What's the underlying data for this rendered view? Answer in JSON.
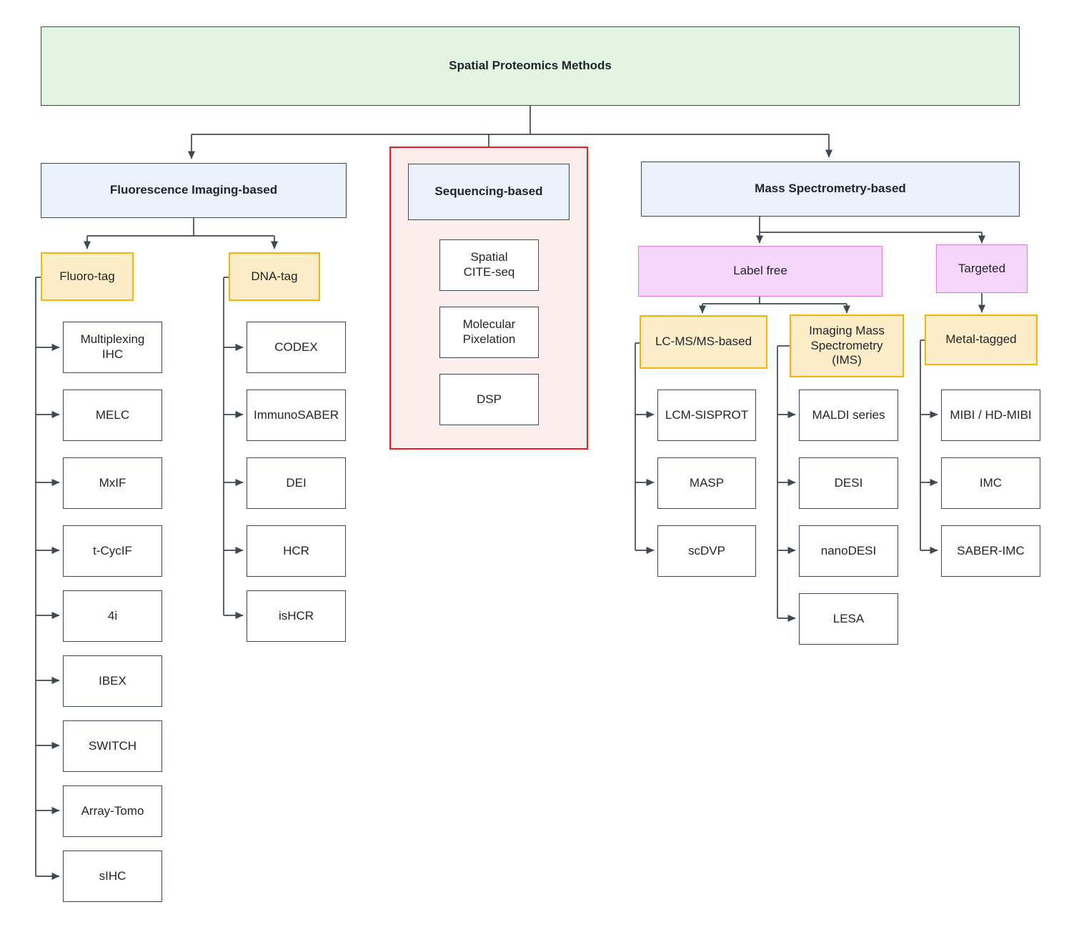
{
  "diagram": {
    "title": "Spatial Proteomics Methods",
    "type": "hierarchy-tree",
    "colors": {
      "root_fill": "#e2f5e2",
      "category_fill": "#eaf1fb",
      "tag_fill": "#fdecc8",
      "tag_border": "#f2b705",
      "purple_fill": "#f6d7fb",
      "purple_border": "#d77ae8",
      "leaf_fill": "#ffffff",
      "stroke": "#3c4852",
      "highlight_border": "#ef1b1b",
      "highlight_fill": "#fdeeee"
    }
  },
  "root": {
    "label": "Spatial Proteomics Methods"
  },
  "branches": {
    "fluorescence": {
      "label": "Fluorescence Imaging-based",
      "subgroups": [
        {
          "label": "Fluoro-tag",
          "items": [
            {
              "label": "Multiplexing\nIHC"
            },
            {
              "label": "MELC"
            },
            {
              "label": "MxIF"
            },
            {
              "label": "t-CycIF"
            },
            {
              "label": "4i"
            },
            {
              "label": "IBEX"
            },
            {
              "label": "SWITCH"
            },
            {
              "label": "Array-Tomo"
            },
            {
              "label": "sIHC"
            }
          ]
        },
        {
          "label": "DNA-tag",
          "items": [
            {
              "label": "CODEX"
            },
            {
              "label": "ImmunoSABER"
            },
            {
              "label": "DEI"
            },
            {
              "label": "HCR"
            },
            {
              "label": "isHCR"
            }
          ]
        }
      ]
    },
    "sequencing": {
      "label": "Sequencing-based",
      "highlighted": true,
      "items": [
        {
          "label": "Spatial\nCITE-seq"
        },
        {
          "label": "Molecular\nPixelation"
        },
        {
          "label": "DSP"
        }
      ]
    },
    "mass_spectrometry": {
      "label": "Mass Spectrometry-based",
      "subgroups": [
        {
          "label": "Label free",
          "subgroups": [
            {
              "label": "LC-MS/MS-based",
              "items": [
                {
                  "label": "LCM-SISPROT"
                },
                {
                  "label": "MASP"
                },
                {
                  "label": "scDVP"
                }
              ]
            },
            {
              "label": "Imaging Mass\nSpectrometry\n(IMS)",
              "items": [
                {
                  "label": "MALDI series"
                },
                {
                  "label": "DESI"
                },
                {
                  "label": "nanoDESI"
                },
                {
                  "label": "LESA"
                }
              ]
            }
          ]
        },
        {
          "label": "Targeted",
          "subgroups": [
            {
              "label": "Metal-tagged",
              "items": [
                {
                  "label": "MIBI / HD-MIBI"
                },
                {
                  "label": "IMC"
                },
                {
                  "label": "SABER-IMC"
                }
              ]
            }
          ]
        }
      ]
    }
  }
}
